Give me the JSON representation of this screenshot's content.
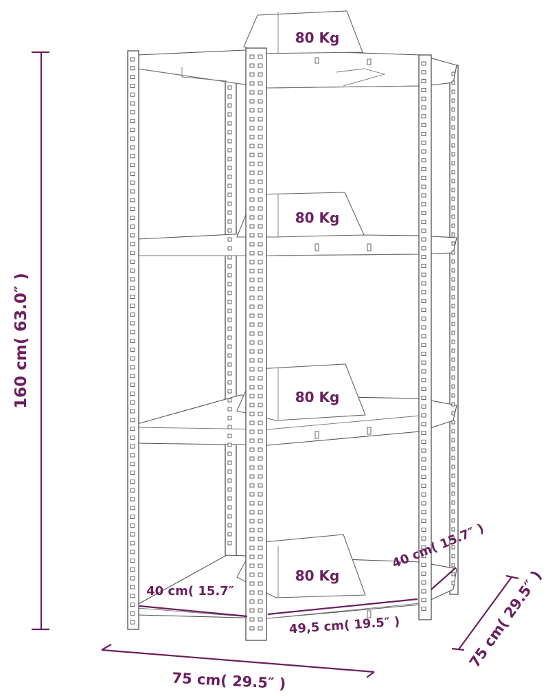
{
  "colors": {
    "dimension": "#6b1f5e",
    "line": "#555555",
    "background": "#ffffff"
  },
  "loads": {
    "top": "80 Kg",
    "upper_middle": "80 Kg",
    "lower_middle": "80 Kg",
    "bottom": "80 Kg"
  },
  "dimensions": {
    "height": "160 cm( 63.0″ )",
    "front_width": "75 cm( 29.5″ )",
    "side_width": "75 cm( 29.5″ )",
    "depth_left": "40 cm( 15.7″",
    "depth_right": "40 cm( 15.7″ )",
    "corner_width": "49,5 cm( 19.5″ )"
  }
}
